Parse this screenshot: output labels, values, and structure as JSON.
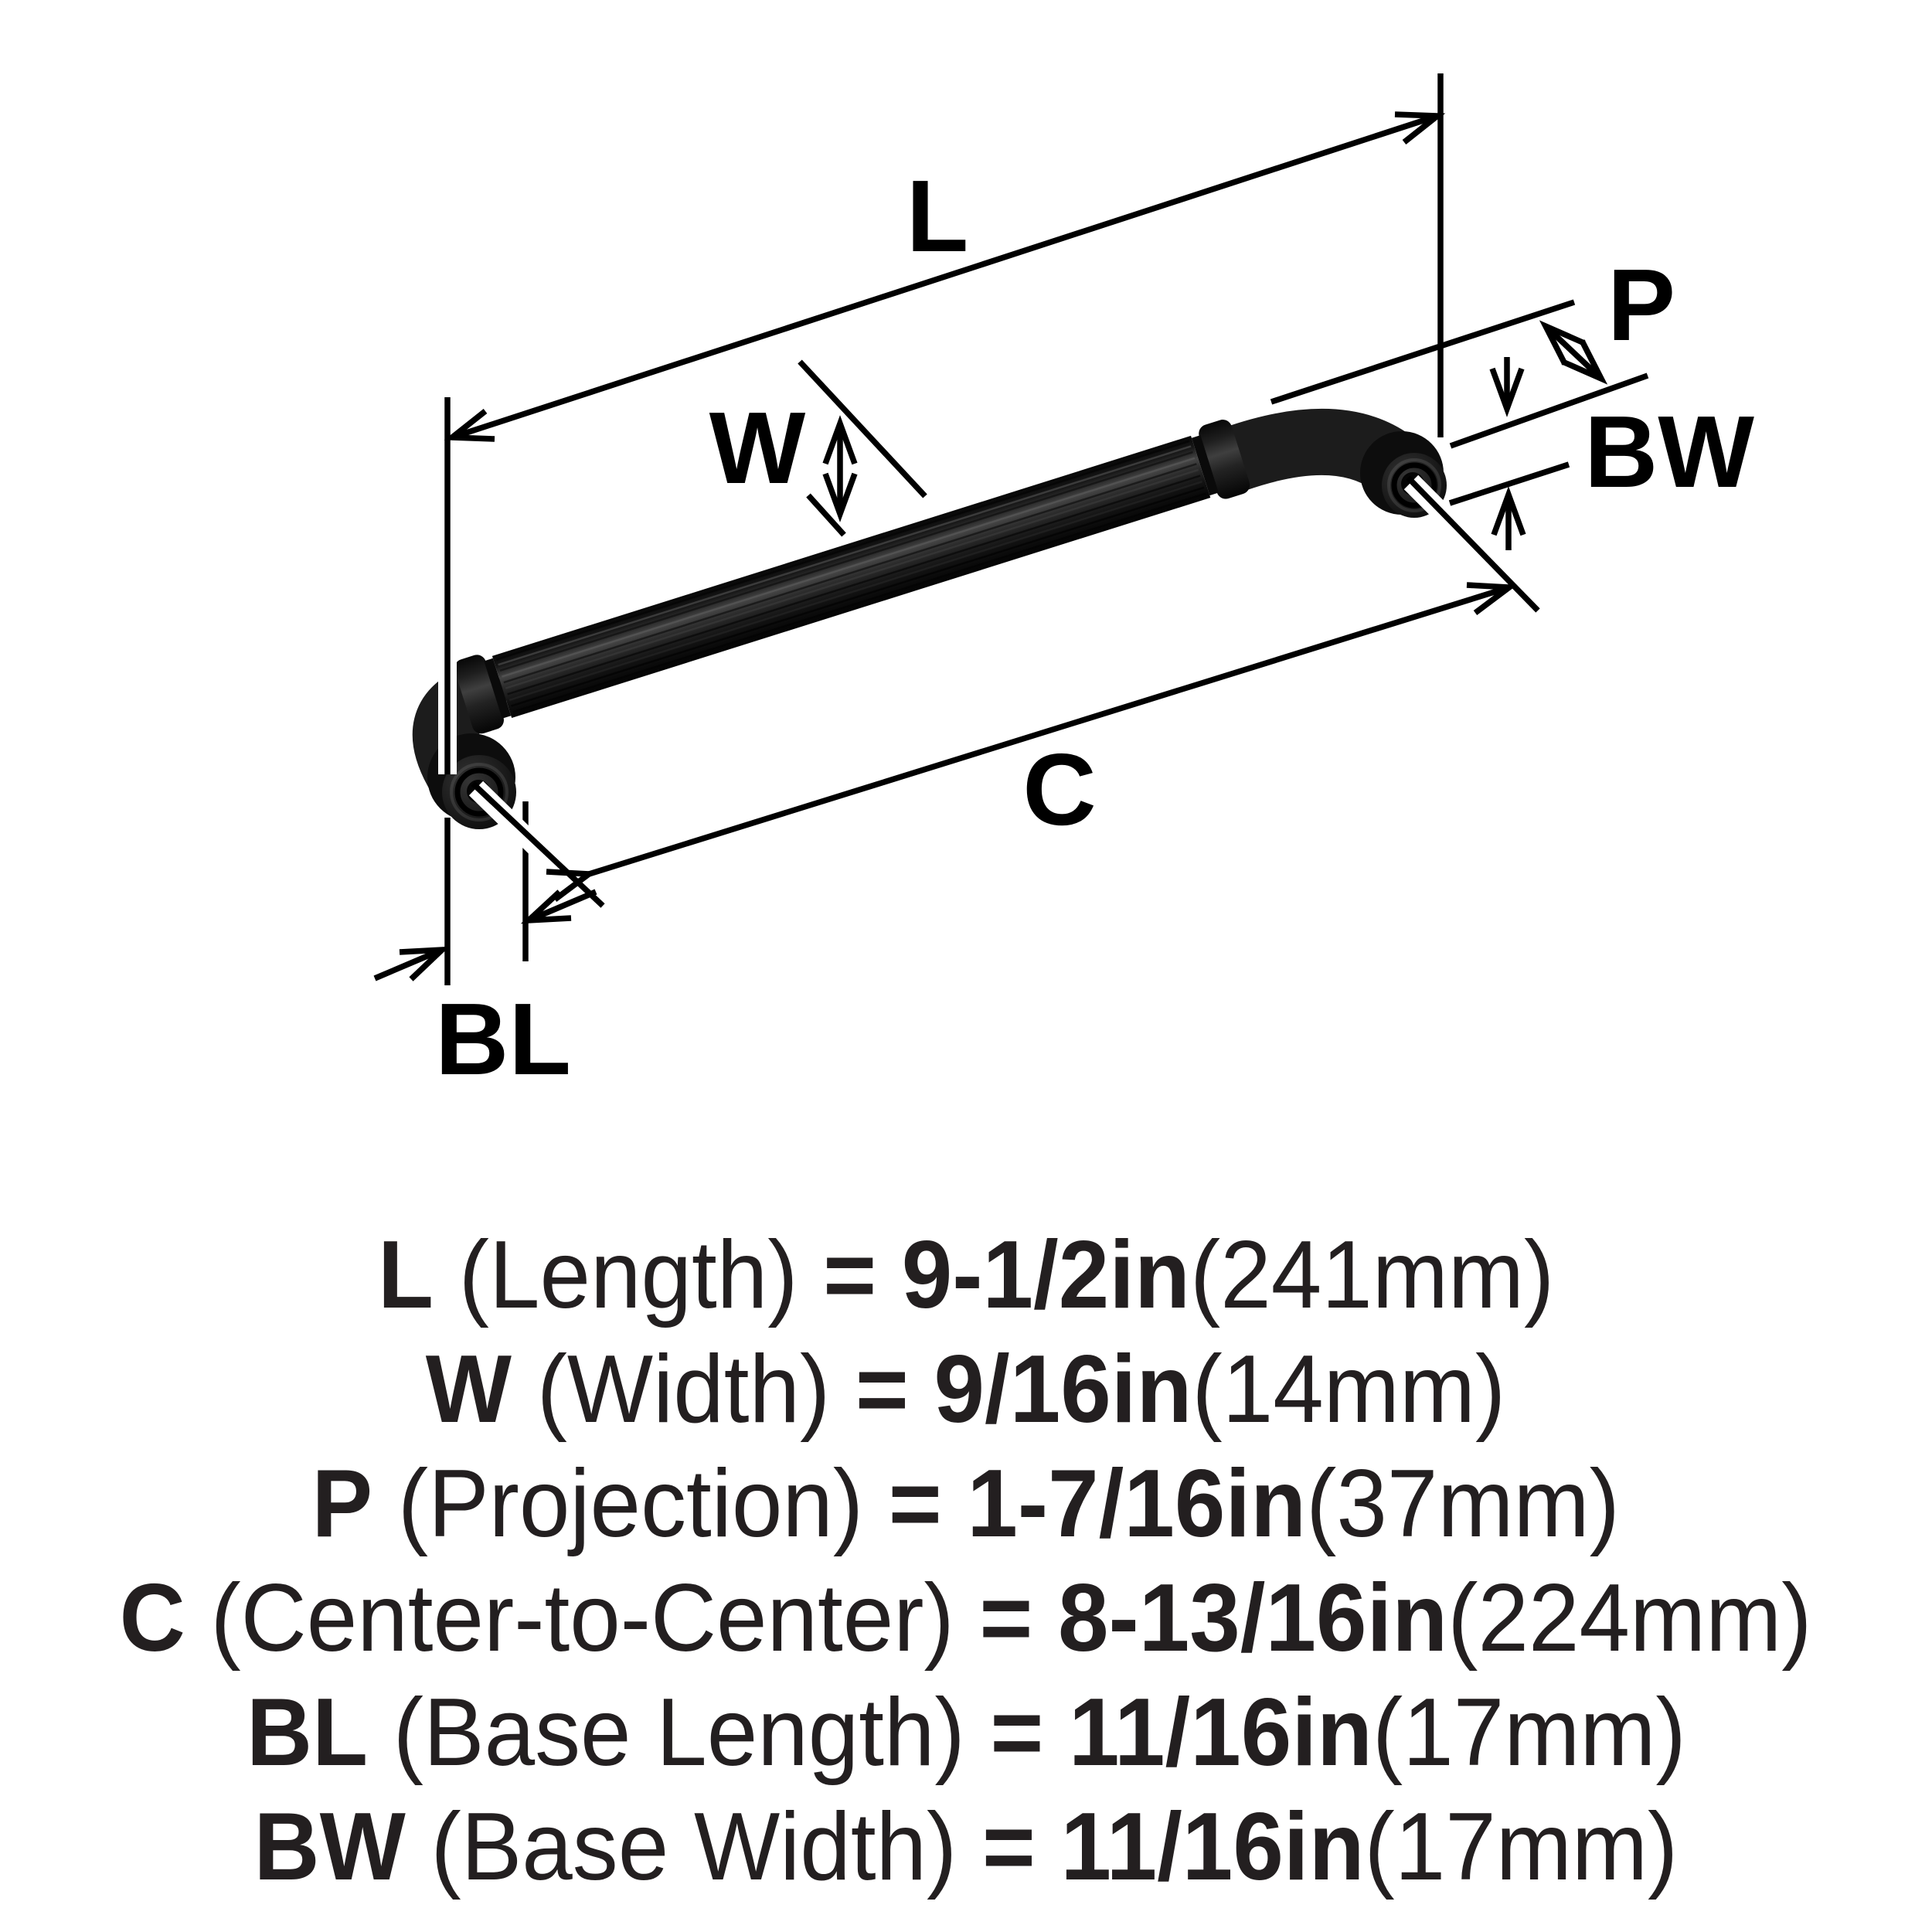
{
  "diagram": {
    "labels": {
      "length": "L",
      "width": "W",
      "projection": "P",
      "base_width": "BW",
      "center_to_center": "C",
      "base_length": "BL"
    },
    "colors": {
      "line": "#000000",
      "handle_dark": "#0d0d0d",
      "handle_mid": "#2e2e2e",
      "background": "#ffffff",
      "text": "#231f20"
    }
  },
  "specs": {
    "equals": "=",
    "rows": [
      {
        "label": "L",
        "name": "(Length)",
        "value": "9-1/2in",
        "metric": "(241mm)"
      },
      {
        "label": "W",
        "name": "(Width)",
        "value": "9/16in",
        "metric": "(14mm)"
      },
      {
        "label": "P",
        "name": "(Projection)",
        "value": "1-7/16in",
        "metric": "(37mm)"
      },
      {
        "label": "C",
        "name": "(Center-to-Center)",
        "value": "8-13/16in",
        "metric": "(224mm)"
      },
      {
        "label": "BL",
        "name": "(Base Length)",
        "value": "11/16in",
        "metric": "(17mm)"
      },
      {
        "label": "BW",
        "name": "(Base Width)",
        "value": "11/16in",
        "metric": "(17mm)"
      }
    ]
  }
}
